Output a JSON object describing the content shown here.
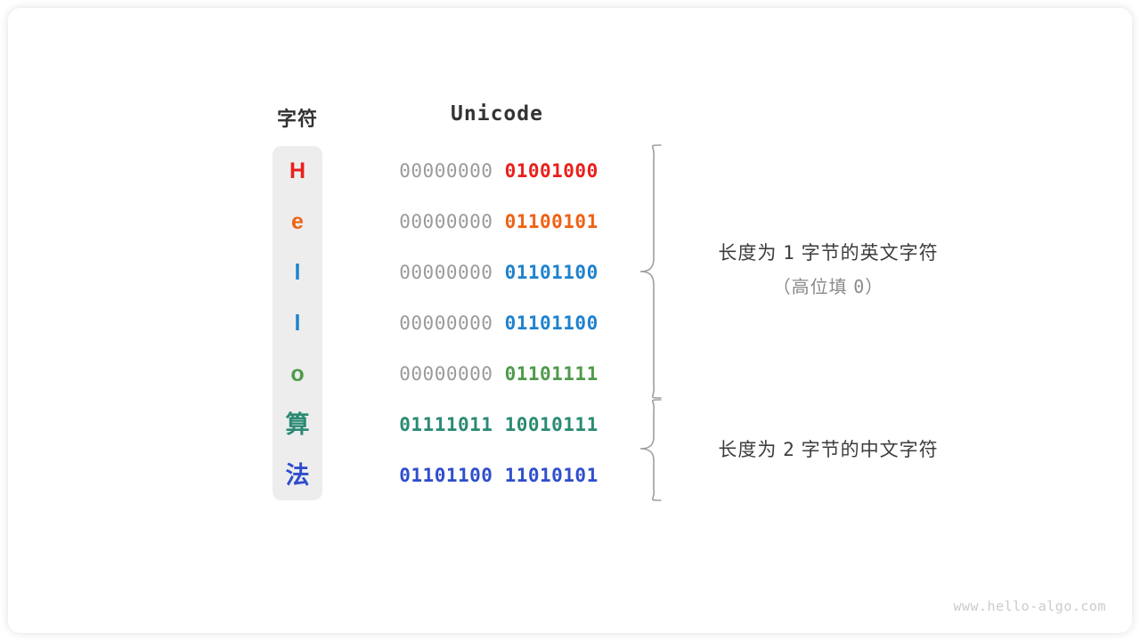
{
  "headers": {
    "character": "字符",
    "unicode": "Unicode"
  },
  "rows": [
    {
      "char": "H",
      "char_color": "#e8201c",
      "is_cjk": false,
      "pad_byte": "00000000",
      "sig_byte": "01001000",
      "sig_color": "#e8201c",
      "pad_colored": false
    },
    {
      "char": "e",
      "char_color": "#ef6215",
      "is_cjk": false,
      "pad_byte": "00000000",
      "sig_byte": "01100101",
      "sig_color": "#ef6215",
      "pad_colored": false
    },
    {
      "char": "l",
      "char_color": "#1f82cd",
      "is_cjk": false,
      "pad_byte": "00000000",
      "sig_byte": "01101100",
      "sig_color": "#1f82cd",
      "pad_colored": false
    },
    {
      "char": "l",
      "char_color": "#1f82cd",
      "is_cjk": false,
      "pad_byte": "00000000",
      "sig_byte": "01101100",
      "sig_color": "#1f82cd",
      "pad_colored": false
    },
    {
      "char": "o",
      "char_color": "#4f9a4a",
      "is_cjk": false,
      "pad_byte": "00000000",
      "sig_byte": "01101111",
      "sig_color": "#4f9a4a",
      "pad_colored": false
    },
    {
      "char": "算",
      "char_color": "#2b8a73",
      "is_cjk": true,
      "pad_byte": "01111011",
      "sig_byte": "10010111",
      "sig_color": "#2b8a73",
      "pad_colored": true
    },
    {
      "char": "法",
      "char_color": "#2f4ecc",
      "is_cjk": true,
      "pad_byte": "01101100",
      "sig_byte": "11010101",
      "sig_color": "#2f4ecc",
      "pad_colored": true
    }
  ],
  "annotations": [
    {
      "line1": "长度为 1 字节的英文字符",
      "line1_prefix": "长度为 ",
      "line1_num": "1",
      "line1_suffix": " 字节的英文字符",
      "line2_prefix": "（高位填 ",
      "line2_num": "0",
      "line2_suffix": "）"
    },
    {
      "line1": "长度为 2 字节的中文字符",
      "line1_prefix": "长度为 ",
      "line1_num": "2",
      "line1_suffix": " 字节的中文字符",
      "line2_prefix": "",
      "line2_num": "",
      "line2_suffix": ""
    }
  ],
  "watermark": "www.hello-algo.com",
  "colors": {
    "brace": "#9e9e9e",
    "column_background": "#ededed",
    "padding_bits": "#9a9a9a",
    "header_text": "#333333",
    "annotation_primary": "#3c3c3c",
    "annotation_secondary": "#8a8a8a",
    "watermark": "#cbcbcb",
    "card_background": "#ffffff"
  }
}
